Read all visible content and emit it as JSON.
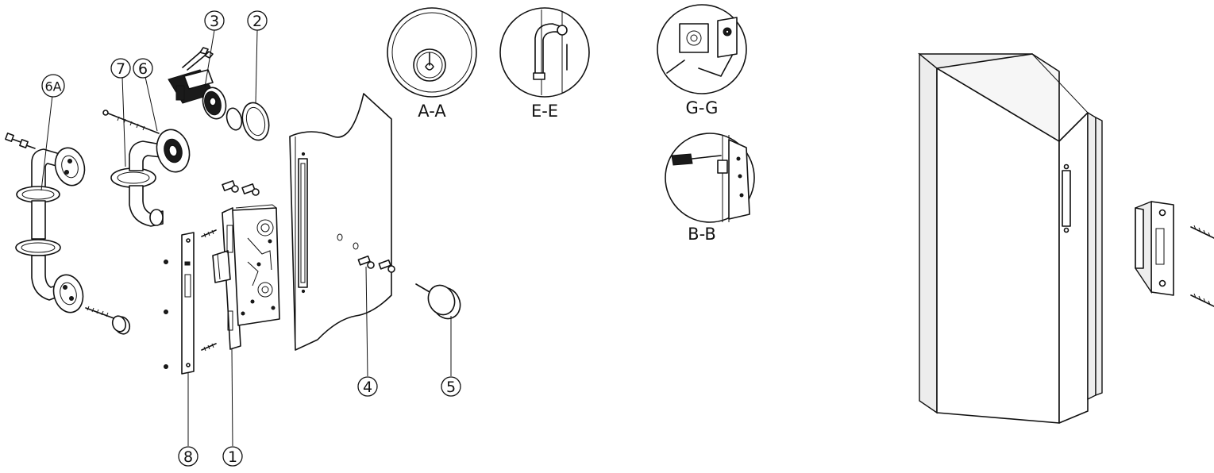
{
  "callouts": {
    "c1": "1",
    "c2": "2",
    "c3": "3",
    "c4": "4",
    "c5": "5",
    "c6": "6",
    "c6a": "6A",
    "c7": "7",
    "c8": "8"
  },
  "section_views": {
    "aa": "A-A",
    "ee": "E-E",
    "gg": "G-G",
    "bb": "B-B"
  }
}
